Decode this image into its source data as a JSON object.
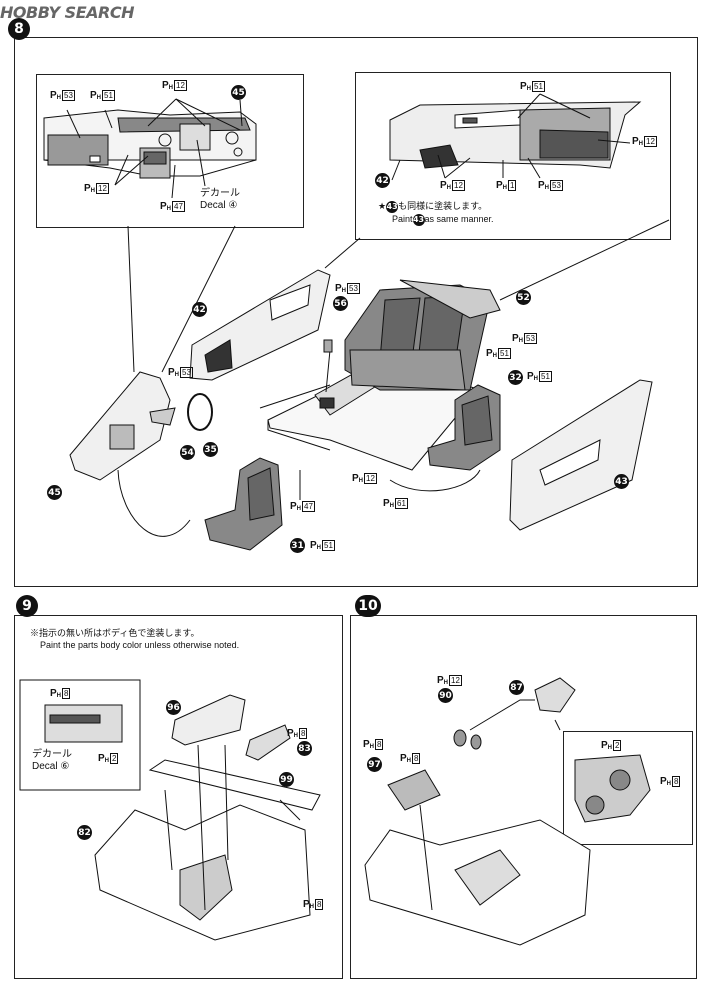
{
  "header": {
    "logo_text": "HOBBY SEARCH"
  },
  "steps": {
    "s8": {
      "number": "8"
    },
    "s9": {
      "number": "9"
    },
    "s10": {
      "number": "10"
    }
  },
  "ph": {
    "prefix": "P",
    "sub": "H"
  },
  "codes": {
    "c53": "53",
    "c51": "51",
    "c12": "12",
    "c47": "47",
    "c1": "1",
    "c61": "61",
    "c8": "8",
    "c2": "2"
  },
  "parts": {
    "p45": "45",
    "p42": "42",
    "p43": "43",
    "p56": "56",
    "p52": "52",
    "p32": "32",
    "p54": "54",
    "p35": "35",
    "p31": "31",
    "p96": "96",
    "p83": "83",
    "p99": "99",
    "p82": "82",
    "p90": "90",
    "p87": "87",
    "p97": "97"
  },
  "labels": {
    "decal_jp": "デカール",
    "decal_en": "Decal",
    "decal4": "④",
    "decal6": "⑥",
    "star_jp": "も同様に塗装します。",
    "star_en_pre": "Paint",
    "star_en_post": "as same manner.",
    "note9_jp": "※指示の無い所はボディ色で塗装します。",
    "note9_en": "Paint the parts body color unless otherwise noted."
  }
}
